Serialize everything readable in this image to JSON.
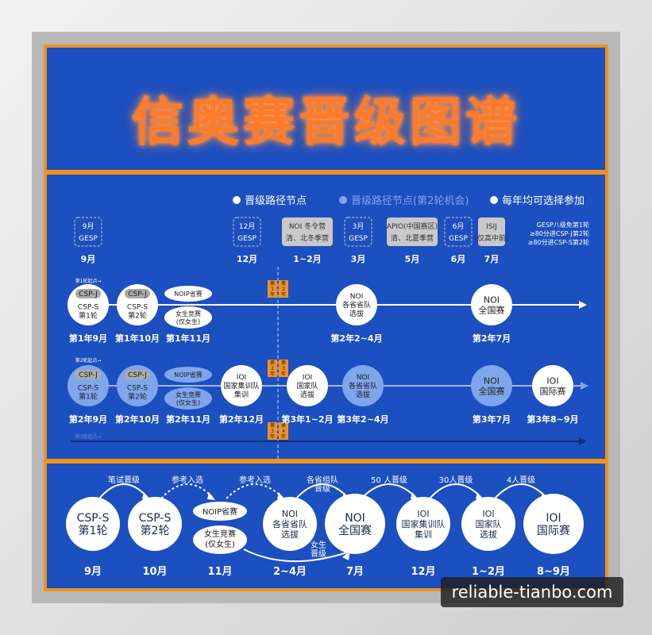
{
  "title": "信奥赛晋级图谱",
  "watermark": "reliable-tianbo.com",
  "colors": {
    "panel": "#1c4fc0",
    "border": "#f0921e",
    "title": "#ff7a2a",
    "node_light": "#7fa6ec",
    "gray": "#c9c9c9"
  },
  "legend": [
    {
      "label": "晋级路径节点",
      "dot": "#ffffff"
    },
    {
      "label": "晋级路径节点(第2轮机会)",
      "dot": "#7fa6ec"
    },
    {
      "label": "每年均可选择参加",
      "dot": "#ffffff"
    }
  ],
  "top_events": [
    {
      "lines": [
        "9月",
        "GESP"
      ],
      "label": "9月"
    },
    {
      "lines": [
        "12月",
        "GESP"
      ],
      "label": "12月"
    },
    {
      "lines": [
        "NOI 冬令营",
        "清、北冬季营"
      ],
      "label": "1~2月"
    },
    {
      "lines": [
        "3月",
        "GESP"
      ],
      "label": "3月"
    },
    {
      "lines": [
        "APIO(中国赛区)",
        "清、北夏季营"
      ],
      "label": "5月"
    },
    {
      "lines": [
        "6月",
        "GESP"
      ],
      "label": "6月"
    },
    {
      "lines": [
        "ISIJ",
        "(仅高中前)"
      ],
      "label": "7月"
    }
  ],
  "gesp_note": [
    "GESP八级免第1轮",
    "≥80分进CSP-J第2轮",
    "≥80分进CSP-S第2轮"
  ],
  "row1": {
    "start": "第1轮起点→",
    "nodes": [
      {
        "tag": "CSP-J",
        "lines": [
          "CSP-S",
          "第1轮"
        ],
        "label": "第1年9月"
      },
      {
        "tag": "CSP-J",
        "lines": [
          "CSP-S",
          "第2轮"
        ],
        "label": "第1年10月"
      },
      {
        "pills": [
          "NOIP省赛",
          "女生竞赛\n(仅女生)"
        ],
        "label": "第1年11月"
      },
      {
        "lines": [
          "NOI",
          "各省省队",
          "选拔"
        ],
        "label": "第2年2~4月"
      },
      {
        "lines": [
          "NOI",
          "全国赛"
        ],
        "label": "第2年7月"
      }
    ]
  },
  "row2": {
    "start": "第2轮起点→",
    "nodes": [
      {
        "tag": "CSP-J",
        "lines": [
          "CSP-S",
          "第1轮"
        ],
        "label": "第2年9月"
      },
      {
        "tag": "CSP-J",
        "lines": [
          "CSP-S",
          "第2轮"
        ],
        "label": "第2年10月"
      },
      {
        "pills": [
          "NOIP省赛",
          "女生竞赛\n(仅女生)"
        ],
        "label": "第2年11月"
      },
      {
        "lines": [
          "IOI",
          "国家集训队",
          "集训"
        ],
        "label": "第2年12月"
      },
      {
        "lines": [
          "IOI",
          "国家队",
          "选拔"
        ],
        "label": "第3年1~2月"
      },
      {
        "lines": [
          "NOI",
          "各省省队",
          "选拔"
        ],
        "label": "第3年2~4月"
      },
      {
        "lines": [
          "NOI",
          "全国赛"
        ],
        "label": "第3年7月"
      },
      {
        "lines": [
          "IOI",
          "国际赛"
        ],
        "label": "第3年8~9月"
      }
    ]
  },
  "row3": {
    "start": "第3轮起点→"
  },
  "divider_labels": [
    "第1年",
    "第2年",
    "第2年",
    "第3年",
    "第3年",
    "第4年"
  ],
  "bottom": {
    "nodes": [
      {
        "lines": [
          "CSP-S",
          "第1轮"
        ],
        "label": "9月"
      },
      {
        "lines": [
          "CSP-S",
          "第2轮"
        ],
        "label": "10月"
      },
      {
        "pills": [
          "NOIP省赛",
          "女生竞赛\n(仅女生)"
        ],
        "label": "11月"
      },
      {
        "lines": [
          "NOI",
          "各省省队",
          "选拔"
        ],
        "label": "2~4月"
      },
      {
        "lines": [
          "NOI",
          "全国赛"
        ],
        "label": "7月"
      },
      {
        "lines": [
          "IOI",
          "国家集训队",
          "集训"
        ],
        "label": "12月"
      },
      {
        "lines": [
          "IOI",
          "国家队",
          "选拔"
        ],
        "label": "1~2月"
      },
      {
        "lines": [
          "IOI",
          "国际赛"
        ],
        "label": "8~9月"
      }
    ],
    "arrows": [
      "笔试晋级",
      "参考入选",
      "参考入选",
      "各省组队\n晋级",
      "50 人晋级",
      "30人晋级",
      "4人晋级"
    ],
    "extra_arrow": "女生\n晋级"
  }
}
